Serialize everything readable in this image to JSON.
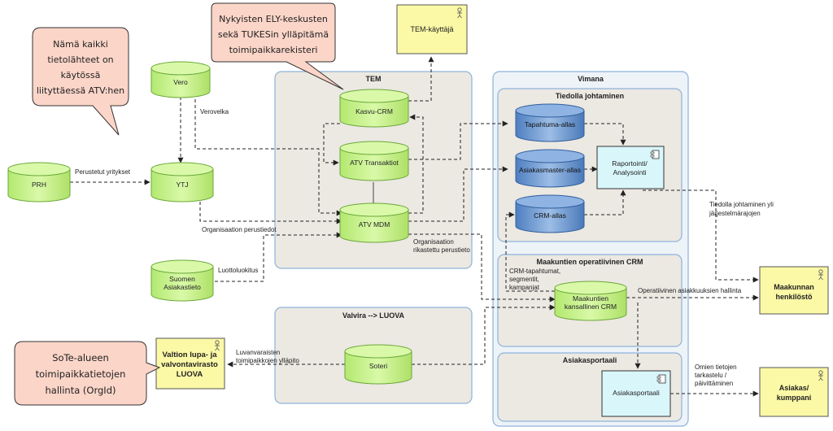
{
  "colors": {
    "db_green_fill": "#c9f28f",
    "db_green_stroke": "#6aa83a",
    "db_blue_fill": "#6f9bd6",
    "db_blue_stroke": "#2f5f9e",
    "actor_fill": "#fbf9a6",
    "component_fill": "#d9f6fb",
    "callout_fill": "#fbd5c8",
    "group_tem_fill": "#ece8e2",
    "group_vimana_fill": "#eef3f8",
    "group_border": "#8db3da"
  },
  "callouts": {
    "sources": [
      "Nämä kaikki",
      "tietolähteet on",
      "käytössä",
      "liityttäessä ATV:hen"
    ],
    "registry": [
      "Nykyisten  ELY-keskusten",
      "sekä TUKESin  ylläpitämä",
      "toimipaikkarekisteri"
    ],
    "sote": [
      "SoTe-alueen",
      "toimipaikkatietojen",
      "hallinta (OrgId)"
    ]
  },
  "groups": {
    "tem": "TEM",
    "vimana": "Vimana",
    "tiedolla": "Tiedolla johtaminen",
    "maakuntien_crm": "Maakuntien operatiivinen CRM",
    "asiakasportaali": "Asiakasportaali",
    "valvira": "Valvira --> LUOVA"
  },
  "databases": {
    "vero": "Vero",
    "prh": "PRH",
    "ytj": "YTJ",
    "suomen_asiakastieto": [
      "Suomen",
      "Asiakastieto"
    ],
    "kasvu_crm": "Kasvu-CRM",
    "atv_transaktiot": "ATV Transaktiot",
    "atv_mdm": "ATV MDM",
    "tapahtuma_allas": "Tapahtuma-allas",
    "asiakasmaster_allas": "Asiakasmaster-allas",
    "crm_allas": "CRM-allas",
    "maakuntien_crm": [
      "Maakuntien",
      "kansallinen CRM"
    ],
    "soteri": "Soteri"
  },
  "components": {
    "raportointi": [
      "Raportointi/",
      "Analysointi"
    ],
    "asiakasportaali": "Asiakasportaali"
  },
  "actors": {
    "tem_kayttaja": "TEM-käyttäjä",
    "maakunnan_henkilosto": [
      "Maakunnan",
      "henkilöstö"
    ],
    "asiakas": [
      "Asiakas/",
      "kumppani"
    ],
    "valtion_lupa": [
      "Valtion lupa- ja",
      "valvontavirasto",
      "LUOVA"
    ]
  },
  "labels": {
    "verovelka": "Verovelka",
    "perustetut": "Perustetut yritykset",
    "organisaation_perustiedot": "Organisaation perustiedot",
    "luottoluokitus": "Luottoluokitus",
    "rikastettu": [
      "Organisaation",
      "rikastettu perustieto"
    ],
    "tiedolla_label": [
      "Tiedolla johtaminen yli",
      "järjestelmärajojen"
    ],
    "crm_tapahtumat": [
      "CRM-tapahtumat,",
      "segmentit,",
      "kampanjat"
    ],
    "operatiivinen": "Operatiivinen asiakkuuksien hallinta",
    "omien_tietojen": [
      "Omien tietojen",
      "tarkastelu /",
      "päivittäminen"
    ],
    "luvanvaraisten": [
      "Luvanvaraisten",
      "toimipaikkojen ylläpito"
    ]
  }
}
